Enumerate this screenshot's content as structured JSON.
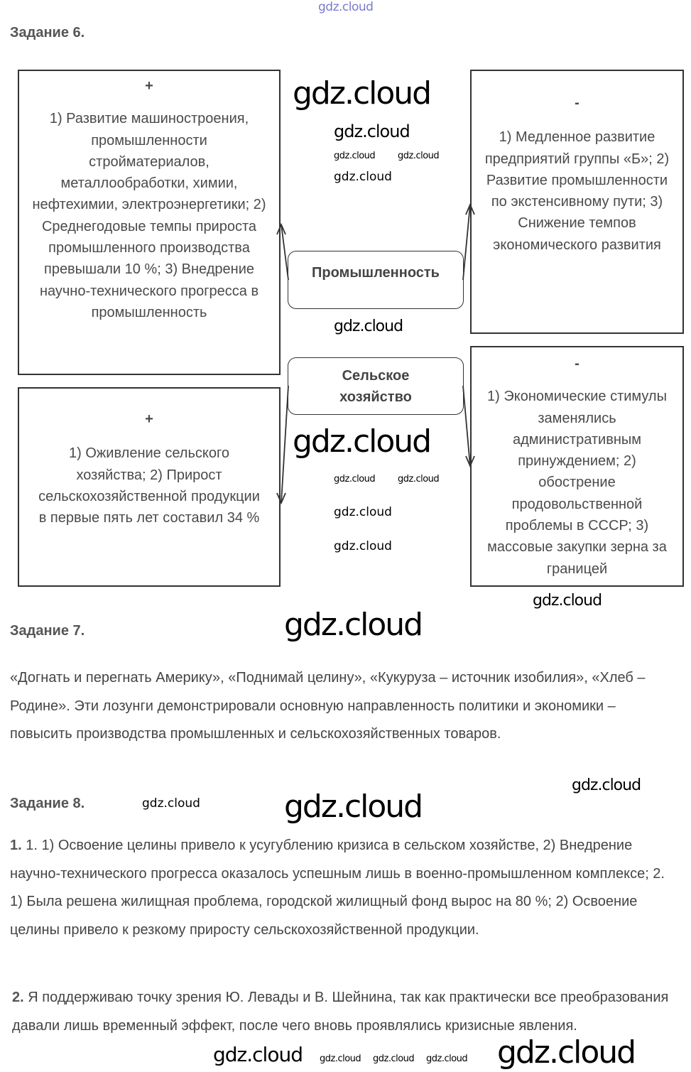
{
  "task6": {
    "heading": "Задание 6.",
    "industry": "Промышленность",
    "agriculture": "Сельское хозяйство",
    "industry_plus": {
      "sign": "+",
      "text": "1) Развитие машиностроения, промышленности стройматериалов, металлообработки, химии, нефтехимии, электроэнергетики; 2) Среднегодовые темпы прироста промышленного производства превышали 10 %; 3) Внедрение научно-технического прогресса в промышленность"
    },
    "industry_minus": {
      "sign": "-",
      "text": "1) Медленное развитие предприятий группы «Б»; 2) Развитие промышленности по экстенсивному пути; 3) Снижение темпов экономического развития"
    },
    "agri_plus": {
      "sign": "+",
      "text": "1) Оживление сельского хозяйства; 2) Прирост сельскохозяйственной продукции в первые пять лет составил 34 %"
    },
    "agri_minus": {
      "sign": "-",
      "text": "1) Экономические стимулы заменялись административным принуждением; 2) обострение продовольственной проблемы в СССР; 3) массовые закупки зерна за границей"
    }
  },
  "task7": {
    "heading": "Задание 7.",
    "text": "«Догнать и перегнать Америку», «Поднимай целину», «Кукуруза – источник изобилия», «Хлеб – Родине». Эти лозунги демонстрировали основную направленность политики и экономики – повысить производства промышленных и сельскохозяйственных товаров."
  },
  "task8": {
    "heading": "Задание 8.",
    "item1_num": "1.",
    "item1_text": " 1. 1) Освоение целины привело к усугублению кризиса в сельском хозяйстве, 2) Внедрение научно-технического прогресса оказалось успешным лишь в военно-промышленном комплексе; 2. 1) Была решена жилищная проблема, городской жилищный фонд вырос на 80 %; 2) Освоение целины привело к резкому приросту сельскохозяйственной продукции.",
    "item2_num": "2.",
    "item2_text": " Я поддерживаю точку зрения Ю. Левады и В. Шейнина, так как практически все преобразования давали лишь временный эффект, после чего вновь проявлялись кризисные явления."
  },
  "watermark": "gdz.cloud"
}
